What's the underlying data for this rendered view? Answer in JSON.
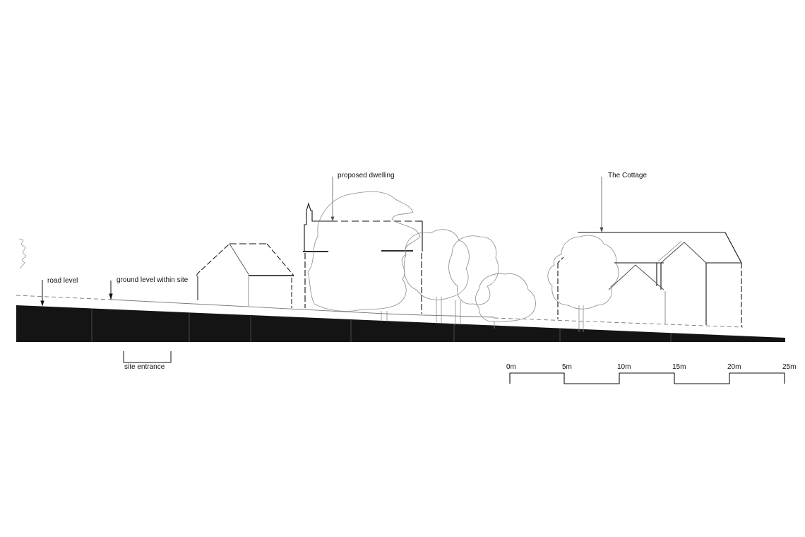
{
  "drawing": {
    "type": "street elevation / site section",
    "background": "#ffffff",
    "line_color": "#111111",
    "tree_line_color": "#8a8a8a",
    "ground_fill": "#141414"
  },
  "labels": {
    "road_level": "road level",
    "ground_level": "ground level within site",
    "proposed_dwelling": "proposed dwelling",
    "the_cottage": "The Cottage",
    "site_entrance": "site entrance"
  },
  "scale_bar": {
    "ticks": [
      "0m",
      "5m",
      "10m",
      "15m",
      "20m",
      "25m"
    ],
    "unit": "m",
    "interval": 5,
    "length": 25
  },
  "elements": [
    {
      "name": "ground-section",
      "label": "ground (hatched solid)"
    },
    {
      "name": "neighbour-garage",
      "label": "existing building (left)"
    },
    {
      "name": "proposed-dwelling",
      "label": "proposed dwelling"
    },
    {
      "name": "trees",
      "label": "tree outlines"
    },
    {
      "name": "the-cottage",
      "label": "The Cottage"
    }
  ]
}
